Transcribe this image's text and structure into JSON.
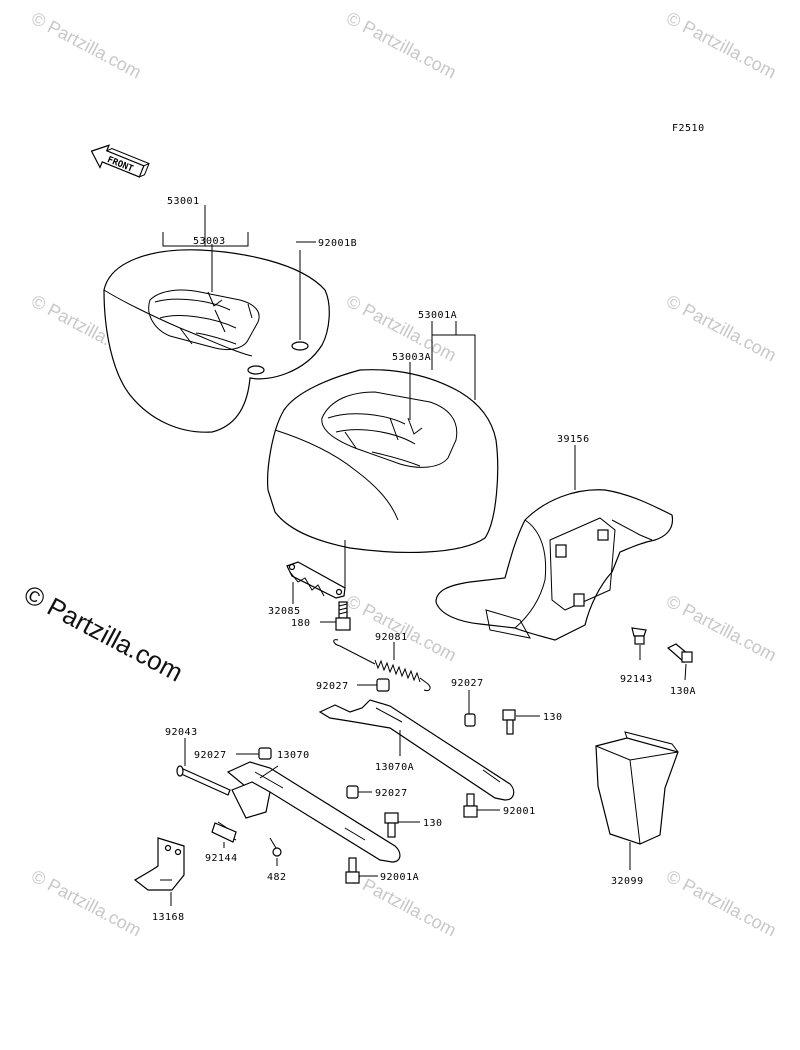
{
  "diagram_code": "F2510",
  "front_label": "FRONT",
  "watermark": {
    "text": "© Partzilla.com",
    "main_text": "© Partzilla.com"
  },
  "labels": {
    "p53001": "53001",
    "p53003": "53003",
    "p92001B": "92001B",
    "p53001A": "53001A",
    "p53003A": "53003A",
    "p39156": "39156",
    "p32085": "32085",
    "p180": "180",
    "p92081": "92081",
    "p92027a": "92027",
    "p92027b": "92027",
    "p92027c": "92027",
    "p92027d": "92027",
    "p130a": "130",
    "p130b": "130",
    "p130A": "130A",
    "p92143": "92143",
    "p13070A": "13070A",
    "p13070": "13070",
    "p92043": "92043",
    "p92001": "92001",
    "p92001A": "92001A",
    "p92144": "92144",
    "p482": "482",
    "p13168": "13168",
    "p32099": "32099"
  }
}
